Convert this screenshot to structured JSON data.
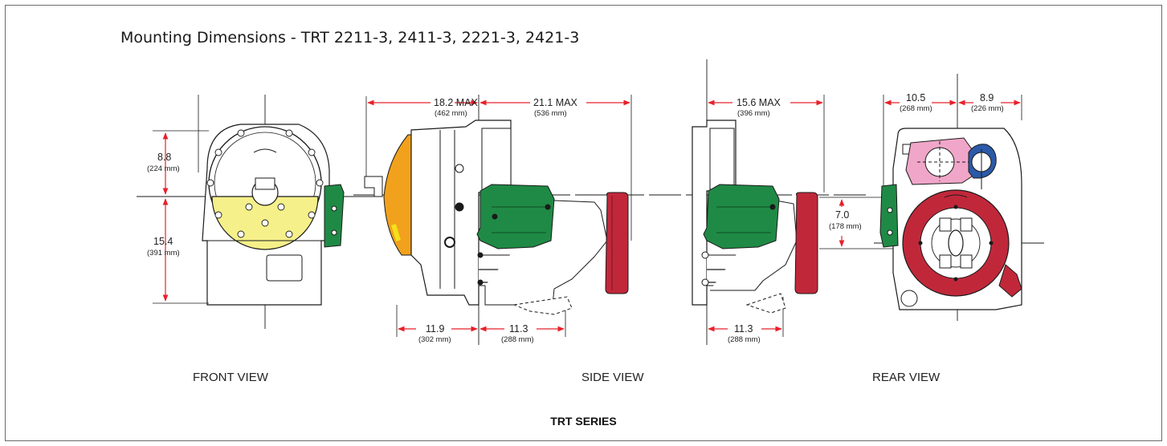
{
  "title": "Mounting Dimensions - TRT 2211-3, 2411-3,  2221-3, 2421-3",
  "views": {
    "front": "FRONT VIEW",
    "side": "SIDE VIEW",
    "rear": "REAR VIEW"
  },
  "series_label": "TRT SERIES",
  "dimensions": {
    "front_upper": {
      "value": "8.8",
      "metric": "(224 mm)"
    },
    "front_lower": {
      "value": "15.4",
      "metric": "(391 mm)"
    },
    "side_left_top": {
      "value": "18.2 MAX",
      "metric": "(462 mm)"
    },
    "side_right_top": {
      "value": "21.1 MAX",
      "metric": "(536 mm)"
    },
    "side_left_bottom": {
      "value": "11.9",
      "metric": "(302 mm)"
    },
    "side_right_bottom": {
      "value": "11.3",
      "metric": "(288 mm)"
    },
    "side2_top": {
      "value": "15.6 MAX",
      "metric": "(396 mm)"
    },
    "side2_bottom": {
      "value": "11.3",
      "metric": "(288 mm)"
    },
    "side2_height": {
      "value": "7.0",
      "metric": "(178 mm)"
    },
    "rear_left": {
      "value": "10.5",
      "metric": "(268 mm)"
    },
    "rear_right": {
      "value": "8.9",
      "metric": "(226 mm)"
    }
  },
  "colors": {
    "dimension_arrow": "#e8202a",
    "yellow_flange": "#f6f08a",
    "green_pump": "#1f8a45",
    "red_pto": "#c0283a",
    "orange_housing": "#f2a11d",
    "pink_plate": "#f0a6c8",
    "blue_ring": "#2a5aa8",
    "line": "#1a1a1a"
  }
}
